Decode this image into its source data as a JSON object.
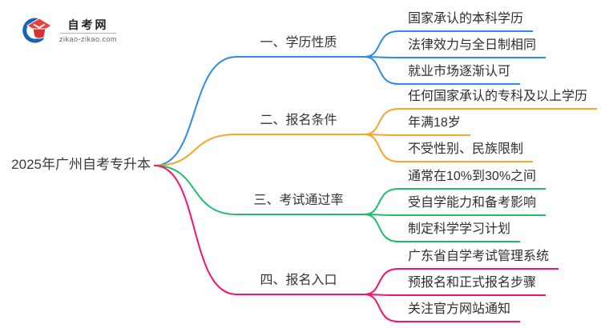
{
  "logo": {
    "site_name": "自考网",
    "site_url": "zikao-zikao.com",
    "icon": "graduation-cap-icon",
    "cap_color": "#E6403A",
    "cap_base_color": "#D8332E",
    "ring_color": "#1766B5"
  },
  "mindmap": {
    "root_label": "2025年广州自考专升本",
    "branches": [
      {
        "label": "一、学历性质",
        "color": "#2B8CEA",
        "children": [
          "国家承认的本科学历",
          "法律效力与全日制相同",
          "就业市场逐渐认可"
        ]
      },
      {
        "label": "二、报名条件",
        "color": "#F5A52B",
        "children": [
          "任何国家承认的专科及以上学历",
          "年满18岁",
          "不受性别、民族限制"
        ]
      },
      {
        "label": "三、考试通过率",
        "color": "#1FBE68",
        "children": [
          "通常在10%到30%之间",
          "受自学能力和备考影响",
          "制定科学学习计划"
        ]
      },
      {
        "label": "四、报名入口",
        "color": "#F2146F",
        "children": [
          "广东省自学考试管理系统",
          "预报名和正式报名步骤",
          "关注官方网站通知"
        ]
      }
    ]
  }
}
